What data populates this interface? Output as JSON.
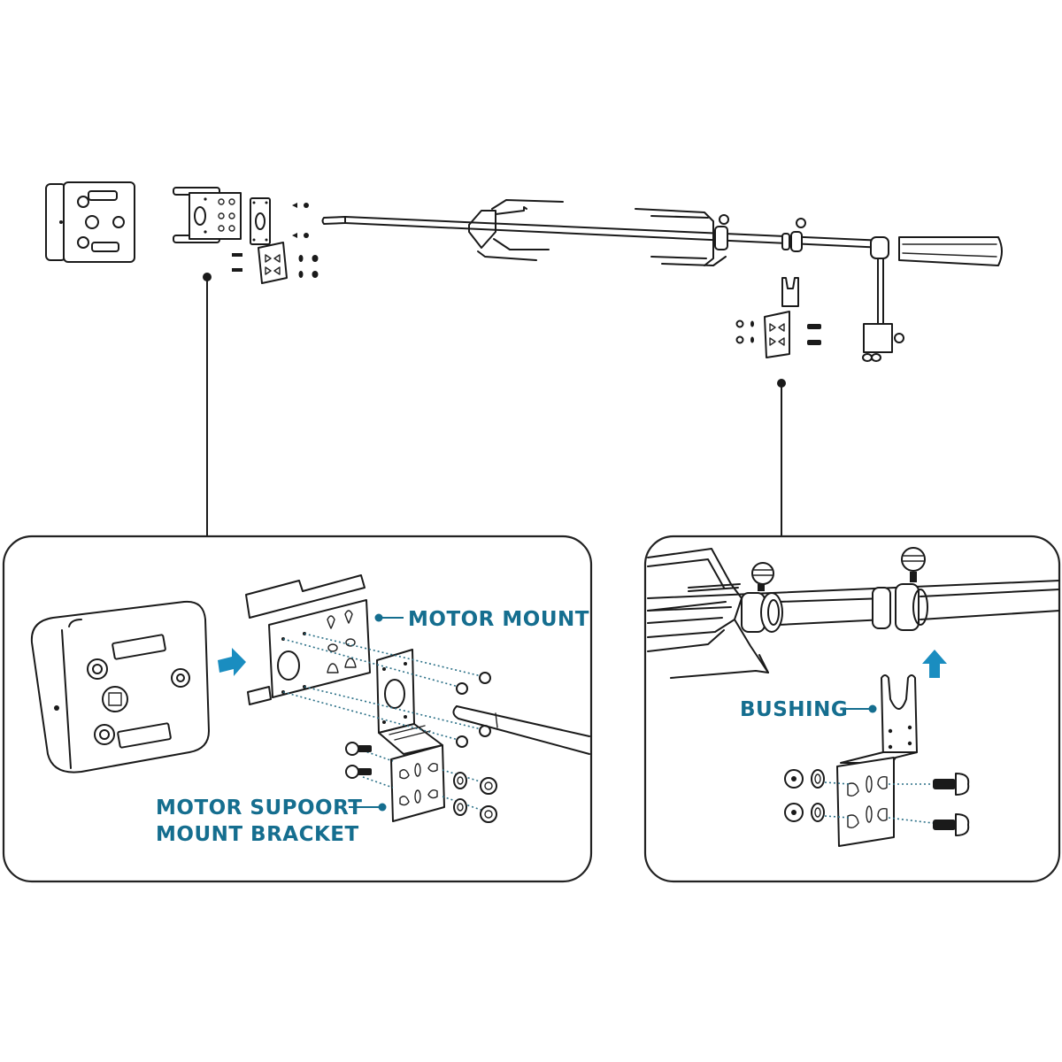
{
  "diagram": {
    "subject": "Rotisserie spit assembly exploded view",
    "callouts": {
      "motor_mount": "MOTOR MOUNT",
      "motor_support_line1": "MOTOR SUPOORT",
      "motor_support_line2": "MOUNT BRACKET",
      "bushing": "BUSHING"
    },
    "colors": {
      "label": "#156e8f",
      "arrow": "#1a8dc0",
      "line_art": "#1a1a1a",
      "background": "#ffffff"
    },
    "overview_parts": [
      "motor",
      "motor-mount",
      "motor-support-bracket",
      "screws",
      "nuts",
      "spit-rod",
      "meat-fork-left",
      "meat-fork-right",
      "thumb-screw",
      "collar",
      "handle",
      "bushing",
      "counterweight"
    ],
    "detail_panels": [
      {
        "name": "motor-mount-detail",
        "labels": [
          "MOTOR MOUNT",
          "MOTOR SUPOORT MOUNT BRACKET"
        ]
      },
      {
        "name": "bushing-detail",
        "labels": [
          "BUSHING"
        ]
      }
    ]
  }
}
